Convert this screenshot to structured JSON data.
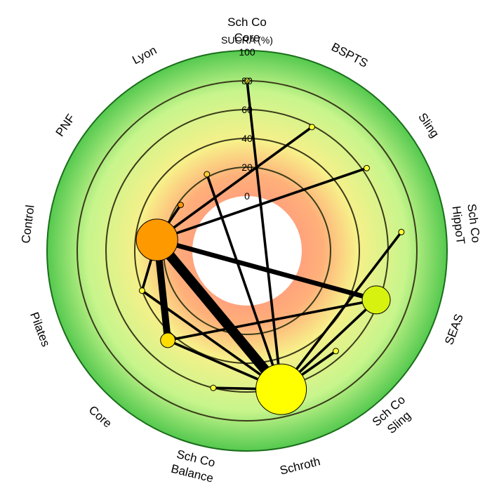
{
  "chart_data": {
    "type": "radial-network",
    "title": "",
    "axis_label": "SUCRA (%)",
    "ticks": [
      0,
      20,
      40,
      60,
      80,
      100
    ],
    "rlim": [
      0,
      100
    ],
    "colors": {
      "outer": "#2e9e2e",
      "mid": "#d9ff8a",
      "inner": "#ff9a9a",
      "ring": "#3b3b1a"
    },
    "nodes": [
      {
        "label": "Sch Co|Core",
        "sucra": 80,
        "size": 0.0,
        "color": "#ffff33"
      },
      {
        "label": "BSPTS",
        "sucra": 59,
        "size": 0.0,
        "color": "#ffff33"
      },
      {
        "label": "Sling",
        "sucra": 63,
        "size": 0.0,
        "color": "#ffff33"
      },
      {
        "label": "Sch Co|HippoT",
        "sucra": 70,
        "size": 0.0,
        "color": "#ffff33"
      },
      {
        "label": "SEAS",
        "sucra": 58,
        "size": 0.5,
        "color": "#d7f20f"
      },
      {
        "label": "Sch Co|Sling",
        "sucra": 55,
        "size": 0.0,
        "color": "#ffff33"
      },
      {
        "label": "Schroth",
        "sucra": 61,
        "size": 1.0,
        "color": "#ffff00"
      },
      {
        "label": "Sch Co|Balance",
        "sucra": 60,
        "size": 0.0,
        "color": "#ffff33"
      },
      {
        "label": "Core",
        "sucra": 45,
        "size": 0.2,
        "color": "#ffdd00"
      },
      {
        "label": "Pilates",
        "sucra": 40,
        "size": 0.0,
        "color": "#ffff33"
      },
      {
        "label": "Control",
        "sucra": 25,
        "size": 0.8,
        "color": "#ff9900"
      },
      {
        "label": "PNF",
        "sucra": 18,
        "size": 0.0,
        "color": "#ff9900"
      },
      {
        "label": "Lyon",
        "sucra": 22,
        "size": 0.0,
        "color": "#ffcc33"
      }
    ],
    "edges": [
      {
        "from": "Control",
        "to": "Schroth",
        "weight": 6
      },
      {
        "from": "Control",
        "to": "Core",
        "weight": 4
      },
      {
        "from": "Control",
        "to": "SEAS",
        "weight": 2.5
      },
      {
        "from": "Control",
        "to": "BSPTS",
        "weight": 1
      },
      {
        "from": "Control",
        "to": "Sling",
        "weight": 1
      },
      {
        "from": "Control",
        "to": "Pilates",
        "weight": 1
      },
      {
        "from": "Control",
        "to": "PNF",
        "weight": 1
      },
      {
        "from": "Core",
        "to": "SEAS",
        "weight": 1
      },
      {
        "from": "Core",
        "to": "Schroth",
        "weight": 1
      },
      {
        "from": "Schroth",
        "to": "Sch Co|Core",
        "weight": 1
      },
      {
        "from": "Schroth",
        "to": "Sch Co|HippoT",
        "weight": 1
      },
      {
        "from": "Schroth",
        "to": "Sch Co|Sling",
        "weight": 1
      },
      {
        "from": "Schroth",
        "to": "Sch Co|Balance",
        "weight": 1
      },
      {
        "from": "Schroth",
        "to": "Lyon",
        "weight": 1
      },
      {
        "from": "Schroth",
        "to": "SEAS",
        "weight": 1
      },
      {
        "from": "Schroth",
        "to": "Pilates",
        "weight": 1
      }
    ]
  }
}
